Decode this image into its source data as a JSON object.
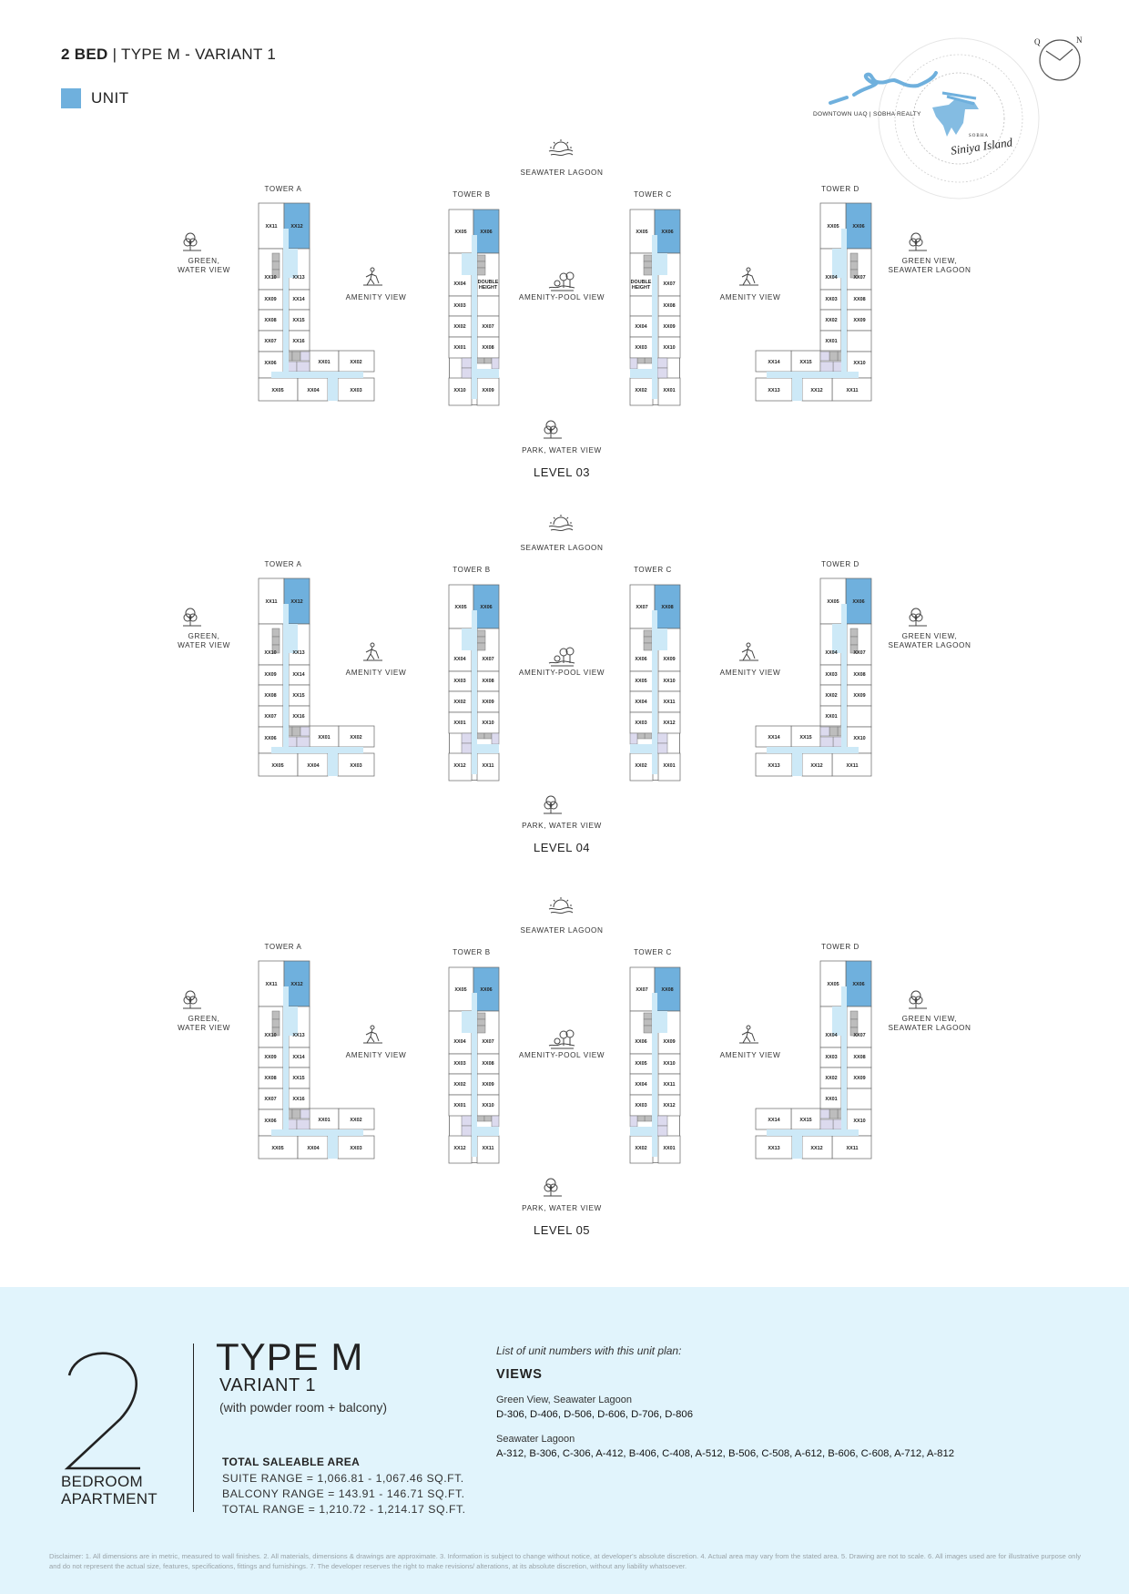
{
  "header": {
    "title_bold": "2 BED",
    "title_rest": "| TYPE M - VARIANT 1"
  },
  "legend": {
    "label": "UNIT",
    "color": "#6fb0dd"
  },
  "logo": {
    "tagline": "DOWNTOWN UAQ | SOBHA REALTY",
    "brand": "SOBHA",
    "project": "Siniya Island"
  },
  "compass": {
    "left": "Q",
    "right": "N"
  },
  "colors": {
    "unit": "#6fb0dd",
    "corridor": "#cde9f7",
    "stair": "#bdbdbd",
    "service": "#dcdaee",
    "panel": "#e1f4fc"
  },
  "levels": [
    {
      "name": "LEVEL 03",
      "views": {
        "top": "SEAWATER LAGOON",
        "left": [
          "GREEN,",
          "WATER VIEW"
        ],
        "amenity_left": "AMENITY VIEW",
        "center": "AMENITY-POOL VIEW",
        "amenity_right": "AMENITY VIEW",
        "right": [
          "GREEN VIEW,",
          "SEAWATER LAGOON"
        ],
        "bottom": "PARK, WATER VIEW"
      },
      "towers": [
        {
          "name": "TOWER A",
          "shape": "L",
          "highlight": "XX12",
          "top": [
            "XX11",
            "XX12"
          ],
          "outer": [
            "XX10",
            "XX09",
            "XX08",
            "XX07",
            "XX06"
          ],
          "inner": [
            "XX13",
            "XX14",
            "XX15",
            "XX16"
          ],
          "wing": [
            "XX01",
            "XX02"
          ],
          "bottom": [
            "XX05",
            "XX04",
            "XX03"
          ]
        },
        {
          "name": "TOWER B",
          "shape": "bar",
          "highlight": "XX06",
          "top": [
            "XX05",
            "XX06"
          ],
          "left": [
            "XX04",
            "XX03",
            "XX02",
            "XX01",
            "XX10"
          ],
          "right": [
            "DOUBLE HEIGHT",
            null,
            "XX07",
            "XX08",
            "XX09"
          ]
        },
        {
          "name": "TOWER C",
          "shape": "bar",
          "mirror": true,
          "highlight": "XX06",
          "top": [
            "XX05",
            "XX06"
          ],
          "left": [
            "DOUBLE HEIGHT",
            null,
            "XX04",
            "XX03",
            "XX02"
          ],
          "right": [
            "XX07",
            "XX08",
            "XX09",
            "XX10",
            "XX01"
          ]
        },
        {
          "name": "TOWER D",
          "shape": "L",
          "mirror": true,
          "highlight": "XX06",
          "top": [
            "XX06",
            "XX05"
          ],
          "outer": [
            "XX07",
            "XX08",
            "XX09",
            null,
            "XX10"
          ],
          "inner": [
            "XX04",
            "XX03",
            "XX02",
            "XX01"
          ],
          "wing": [
            "XX15",
            "XX14"
          ],
          "bottom": [
            "XX11",
            "XX12",
            "XX13"
          ]
        }
      ]
    },
    {
      "name": "LEVEL 04",
      "views": {
        "top": "SEAWATER LAGOON",
        "left": [
          "GREEN,",
          "WATER VIEW"
        ],
        "amenity_left": "AMENITY VIEW",
        "center": "AMENITY-POOL VIEW",
        "amenity_right": "AMENITY VIEW",
        "right": [
          "GREEN VIEW,",
          "SEAWATER LAGOON"
        ],
        "bottom": "PARK, WATER VIEW"
      },
      "towers": [
        {
          "name": "TOWER A",
          "shape": "L",
          "highlight": "XX12",
          "top": [
            "XX11",
            "XX12"
          ],
          "outer": [
            "XX10",
            "XX09",
            "XX08",
            "XX07",
            "XX06"
          ],
          "inner": [
            "XX13",
            "XX14",
            "XX15",
            "XX16"
          ],
          "wing": [
            "XX01",
            "XX02"
          ],
          "bottom": [
            "XX05",
            "XX04",
            "XX03"
          ]
        },
        {
          "name": "TOWER B",
          "shape": "bar",
          "highlight": "XX06",
          "top": [
            "XX05",
            "XX06"
          ],
          "left": [
            "XX04",
            "XX03",
            "XX02",
            "XX01",
            "XX12"
          ],
          "right": [
            "XX07",
            "XX08",
            "XX09",
            "XX10",
            "XX11"
          ]
        },
        {
          "name": "TOWER C",
          "shape": "bar",
          "mirror": true,
          "highlight": "XX08",
          "top": [
            "XX07",
            "XX08"
          ],
          "left": [
            "XX06",
            "XX05",
            "XX04",
            "XX03",
            "XX02"
          ],
          "right": [
            "XX09",
            "XX10",
            "XX11",
            "XX12",
            "XX01"
          ]
        },
        {
          "name": "TOWER D",
          "shape": "L",
          "mirror": true,
          "highlight": "XX06",
          "top": [
            "XX06",
            "XX05"
          ],
          "outer": [
            "XX07",
            "XX08",
            "XX09",
            null,
            "XX10"
          ],
          "inner": [
            "XX04",
            "XX03",
            "XX02",
            "XX01"
          ],
          "wing": [
            "XX15",
            "XX14"
          ],
          "bottom": [
            "XX11",
            "XX12",
            "XX13"
          ]
        }
      ]
    },
    {
      "name": "LEVEL 05",
      "views": {
        "top": "SEAWATER LAGOON",
        "left": [
          "GREEN,",
          "WATER VIEW"
        ],
        "amenity_left": "AMENITY VIEW",
        "center": "AMENITY-POOL VIEW",
        "amenity_right": "AMENITY VIEW",
        "right": [
          "GREEN VIEW,",
          "SEAWATER LAGOON"
        ],
        "bottom": "PARK, WATER VIEW"
      },
      "towers": [
        {
          "name": "TOWER A",
          "shape": "L",
          "highlight": "XX12",
          "top": [
            "XX11",
            "XX12"
          ],
          "outer": [
            "XX10",
            "XX09",
            "XX08",
            "XX07",
            "XX06"
          ],
          "inner": [
            "XX13",
            "XX14",
            "XX15",
            "XX16"
          ],
          "wing": [
            "XX01",
            "XX02"
          ],
          "bottom": [
            "XX05",
            "XX04",
            "XX03"
          ]
        },
        {
          "name": "TOWER B",
          "shape": "bar",
          "highlight": "XX06",
          "top": [
            "XX05",
            "XX06"
          ],
          "left": [
            "XX04",
            "XX03",
            "XX02",
            "XX01",
            "XX12"
          ],
          "right": [
            "XX07",
            "XX08",
            "XX09",
            "XX10",
            "XX11"
          ]
        },
        {
          "name": "TOWER C",
          "shape": "bar",
          "mirror": true,
          "highlight": "XX08",
          "top": [
            "XX07",
            "XX08"
          ],
          "left": [
            "XX06",
            "XX05",
            "XX04",
            "XX03",
            "XX02"
          ],
          "right": [
            "XX09",
            "XX10",
            "XX11",
            "XX12",
            "XX01"
          ]
        },
        {
          "name": "TOWER D",
          "shape": "L",
          "mirror": true,
          "highlight": "XX06",
          "top": [
            "XX06",
            "XX05"
          ],
          "outer": [
            "XX07",
            "XX08",
            "XX09",
            null,
            "XX10"
          ],
          "inner": [
            "XX04",
            "XX03",
            "XX02",
            "XX01"
          ],
          "wing": [
            "XX15",
            "XX14"
          ],
          "bottom": [
            "XX11",
            "XX12",
            "XX13"
          ]
        }
      ]
    }
  ],
  "summary": {
    "bedrooms": "2",
    "bedroom_label": [
      "BEDROOM",
      "APARTMENT"
    ],
    "type": "TYPE M",
    "variant": "VARIANT 1",
    "variant_note": "(with powder room + balcony)",
    "area_title": "TOTAL SALEABLE AREA",
    "ranges": [
      "SUITE RANGE = 1,066.81 - 1,067.46 SQ.FT.",
      "BALCONY RANGE = 143.91 - 146.71 SQ.FT.",
      "TOTAL RANGE = 1,210.72 - 1,214.17 SQ.FT."
    ],
    "list_heading": "List of unit numbers with this unit plan:",
    "views_heading": "VIEWS",
    "view_groups": [
      {
        "view": "Green View, Seawater Lagoon",
        "units": "D-306, D-406, D-506, D-606, D-706, D-806"
      },
      {
        "view": "Seawater Lagoon",
        "units": "A-312, B-306, C-306, A-412, B-406, C-408, A-512, B-506, C-508, A-612, B-606, C-608, A-712, A-812"
      }
    ]
  },
  "disclaimer": "Disclaimer: 1. All dimensions are in metric, measured to wall finishes. 2. All materials, dimensions & drawings are approximate. 3. Information is subject to change without notice, at developer's absolute discretion. 4. Actual area may vary from the stated area. 5. Drawing are not to scale. 6. All images used are for illustrative purpose only and do not represent the actual size, features, specifications, fittings and furnishings. 7. The developer reserves the right to make revisions/ alterations, at its absolute discretion, without any liability whatsoever."
}
